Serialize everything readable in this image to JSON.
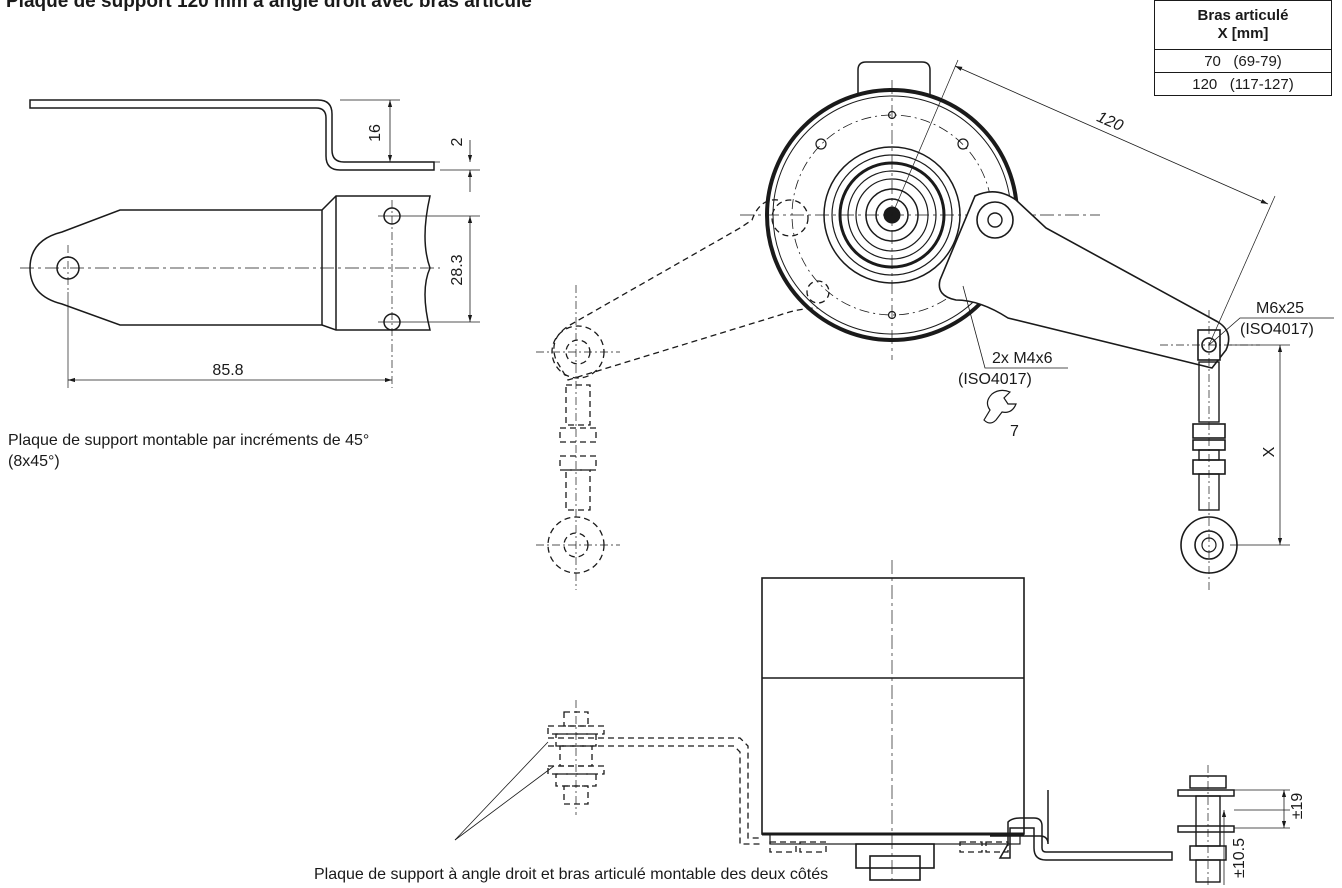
{
  "title": "Plaque de support 120 mm à angle droit avec bras articulé",
  "spec_table": {
    "header_line1": "Bras articulé",
    "header_line2": "X [mm]",
    "rows": [
      {
        "value": "70",
        "range": "(69-79)"
      },
      {
        "value": "120",
        "range": "(117-127)"
      }
    ]
  },
  "dimensions": {
    "height_16": "16",
    "thickness_2": "2",
    "hole_spacing": "28.3",
    "length": "85.8",
    "arm_length": "120",
    "offset_19": "±19",
    "offset_10_5": "±10.5",
    "x_label": "X"
  },
  "callouts": {
    "bolt_line1": "M6x25",
    "bolt_line2": "(ISO4017)",
    "screws_line1": "2x M4x6",
    "screws_line2": "(ISO4017)",
    "wrench_size": "7"
  },
  "notes": {
    "plate_mounting_line1": "Plaque de support montable par incréments de 45°",
    "plate_mounting_line2": "(8x45°)",
    "bottom_note": "Plaque de support à angle droit et bras articulé montable des deux côtés"
  }
}
